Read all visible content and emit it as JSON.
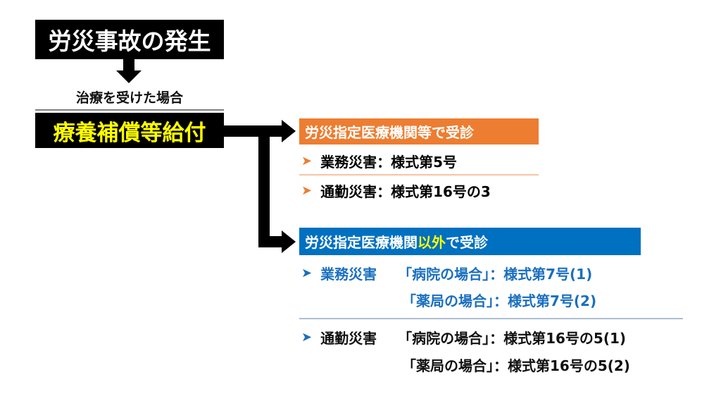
{
  "top_box": {
    "label": "労災事故の発生"
  },
  "condition": {
    "label": "治療を受けた場合"
  },
  "benefit_box": {
    "label": "療養補償等給付"
  },
  "designated": {
    "header": "労災指定医療機関等で受診",
    "items": [
      {
        "label": "業務災害：様式第5号"
      },
      {
        "label": "通勤災害：様式第16号の3"
      }
    ]
  },
  "non_designated": {
    "header_pre": "労災指定医療機関",
    "header_highlight": "以外",
    "header_post": "で受診",
    "groups": [
      {
        "category": "業務災害",
        "lines": [
          "「病院の場合」：様式第7号(1)",
          "「薬局の場合」：様式第7号(2)"
        ]
      },
      {
        "category": "通勤災害",
        "lines": [
          "「病院の場合」：様式第16号の5(1)",
          "「薬局の場合」：様式第16号の5(2)"
        ]
      }
    ]
  },
  "colors": {
    "orange": "#ed7d31",
    "blue": "#0070c0",
    "yellow": "#ffff00",
    "text_blue": "#1a6fbf"
  }
}
